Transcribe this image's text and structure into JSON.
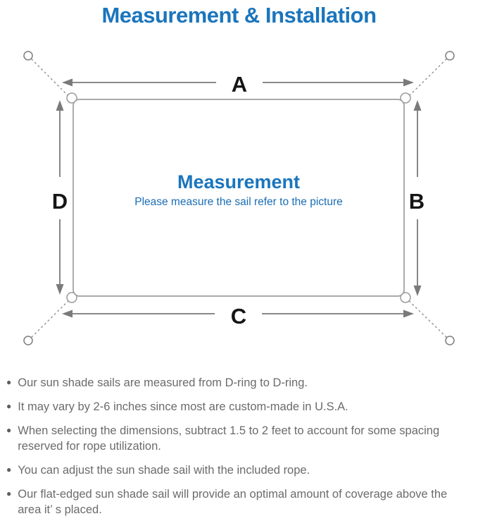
{
  "header": {
    "title": "Measurement & Installation",
    "color": "#1b75bc"
  },
  "diagram": {
    "labels": {
      "top": "A",
      "right": "B",
      "bottom": "C",
      "left": "D"
    },
    "center": {
      "heading": "Measurement",
      "subheading": "Please measure the sail refer to the picture"
    },
    "colors": {
      "arrow": "#7a7a7a",
      "sail_border": "#9e9e9e",
      "rope_dash": "#8a8a8a",
      "heading_blue": "#1b75bc"
    }
  },
  "notes": {
    "bullet": "●",
    "items": [
      "Our sun shade sails are measured from D-ring to D-ring.",
      "It may vary by 2-6 inches since most are custom-made in U.S.A.",
      "When selecting the dimensions, subtract 1.5 to 2 feet to account for some spacing reserved for rope utilization.",
      "You can adjust the sun shade sail with the included rope.",
      "Our flat-edged sun shade sail will provide an optimal amount of coverage above the area it’ s placed."
    ]
  }
}
